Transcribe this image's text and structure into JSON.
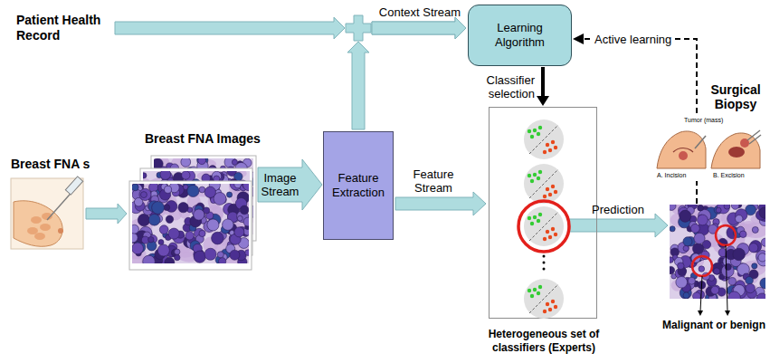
{
  "diagram": {
    "nodes": [
      {
        "text": [
          "Patient Health Record"
        ]
      },
      {
        "text": [
          "Learning Algorithm"
        ]
      },
      {
        "text": [
          "Breast FNA s"
        ]
      },
      {
        "text": [
          "Breast FNA Images"
        ]
      },
      {
        "text": [
          "Feature Extraction"
        ]
      },
      {
        "text": [
          "Heterogeneous set of classifiers (Experts)"
        ]
      },
      {
        "text": [
          "Surgical Biopsy",
          "Tumor (mass)",
          "A. Incision",
          "B. Excision"
        ]
      },
      {
        "text": [
          "Malignant or benign"
        ]
      }
    ],
    "edges": [
      {
        "from": 0,
        "to": 1,
        "arrow": "to",
        "label": "Context Stream"
      },
      {
        "from": 4,
        "to": 1,
        "arrow": "to"
      },
      {
        "from": 2,
        "to": 3,
        "arrow": "to"
      },
      {
        "from": 3,
        "to": 4,
        "arrow": "to",
        "label": "Image Stream"
      },
      {
        "from": 4,
        "to": 5,
        "arrow": "to",
        "label": "Feature Stream"
      },
      {
        "from": 1,
        "to": 5,
        "arrow": "to",
        "label": "Classifier selection"
      },
      {
        "from": 5,
        "to": 7,
        "arrow": "to",
        "label": "Prediction"
      },
      {
        "from": 7,
        "to": 1,
        "arrow": "to",
        "label": "Active learning"
      }
    ]
  }
}
